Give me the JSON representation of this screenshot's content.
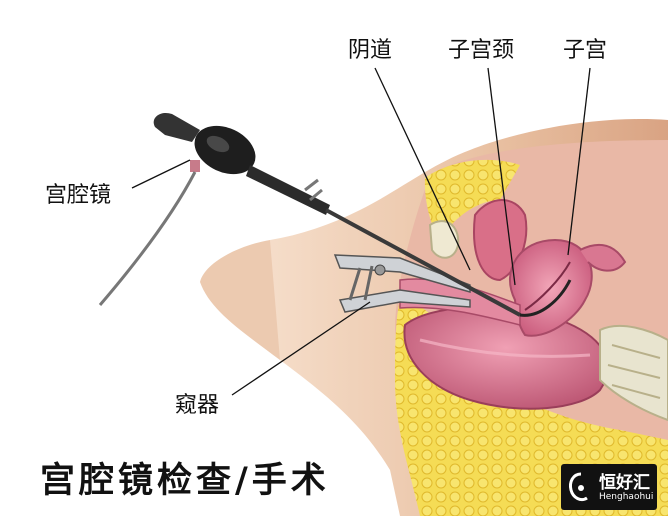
{
  "labels": {
    "vagina": "阴道",
    "cervix": "子宫颈",
    "uterus": "子宫",
    "hysteroscope": "宫腔镜",
    "speculum": "窥器"
  },
  "title": "宫腔镜检查/手术",
  "watermark": {
    "name_cn": "恒好汇",
    "name_en": "Henghaohui"
  },
  "colors": {
    "skin": "#e9c3a6",
    "fat": "#f4d64a",
    "uterus": "#d9708f",
    "instrument": "#2b2b2b",
    "bone": "#e8e4cf"
  }
}
